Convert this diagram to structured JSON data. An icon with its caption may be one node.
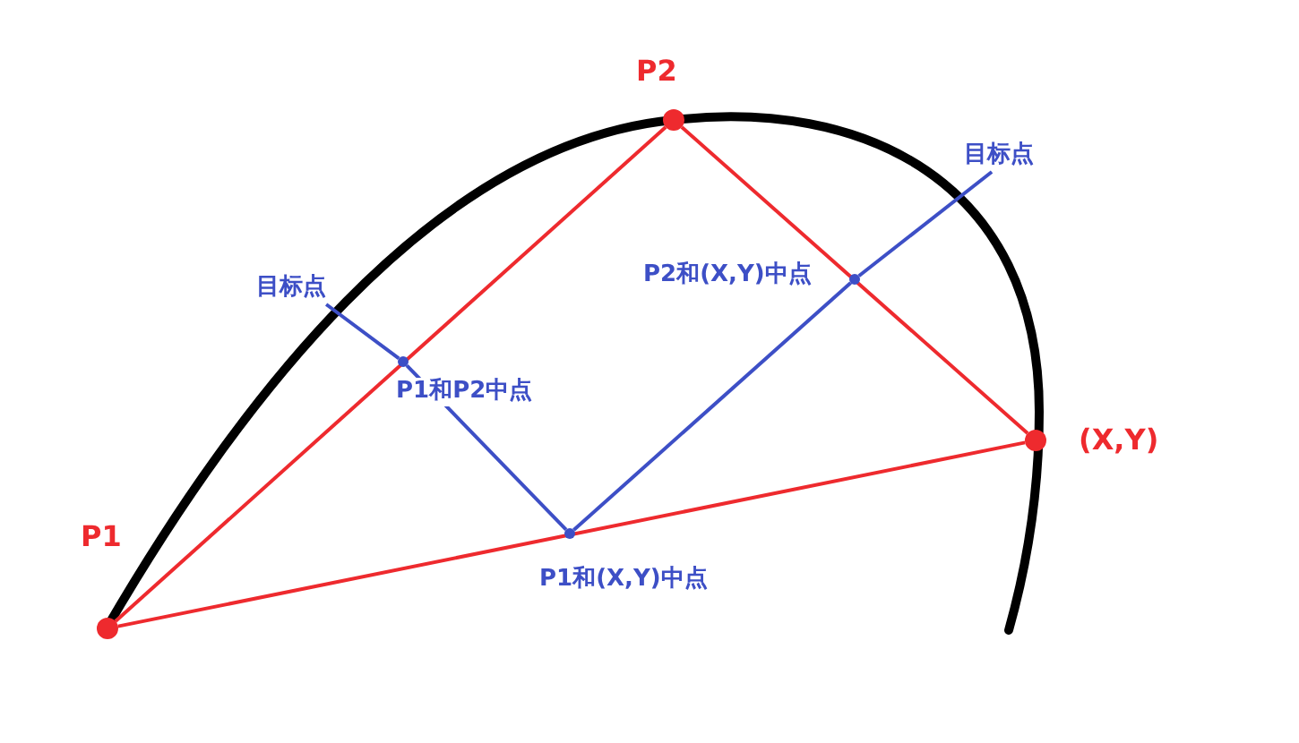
{
  "diagram": {
    "nodes": [
      {
        "text": [],
        "shape": "circle",
        "beside": [
          "P1"
        ]
      },
      {
        "text": [],
        "shape": "circle",
        "beside": [
          "P2"
        ]
      },
      {
        "text": [],
        "shape": "circle",
        "beside": [
          "(X,Y)"
        ]
      },
      {
        "text": [],
        "shape": "circle",
        "beside": [
          "P1和P2中点"
        ]
      },
      {
        "text": [],
        "shape": "circle",
        "beside": [
          "P2和(X,Y)中点"
        ]
      },
      {
        "text": [],
        "shape": "circle",
        "beside": [
          "P1和(X,Y)中点"
        ]
      },
      {
        "text": [
          "目标点"
        ]
      },
      {
        "text": [
          "目标点"
        ]
      }
    ],
    "edges": [
      {
        "from": 0,
        "to": 1,
        "arrow": "none",
        "color": "#ee2a2e"
      },
      {
        "from": 1,
        "to": 2,
        "arrow": "none",
        "color": "#ee2a2e"
      },
      {
        "from": 0,
        "to": 2,
        "arrow": "none",
        "color": "#ee2a2e"
      },
      {
        "from": 5,
        "to": 3,
        "arrow": "none"
      },
      {
        "from": 3,
        "to": 6,
        "arrow": "none"
      },
      {
        "from": 5,
        "to": 4,
        "arrow": "none"
      },
      {
        "from": 4,
        "to": 7,
        "arrow": "none"
      }
    ]
  }
}
